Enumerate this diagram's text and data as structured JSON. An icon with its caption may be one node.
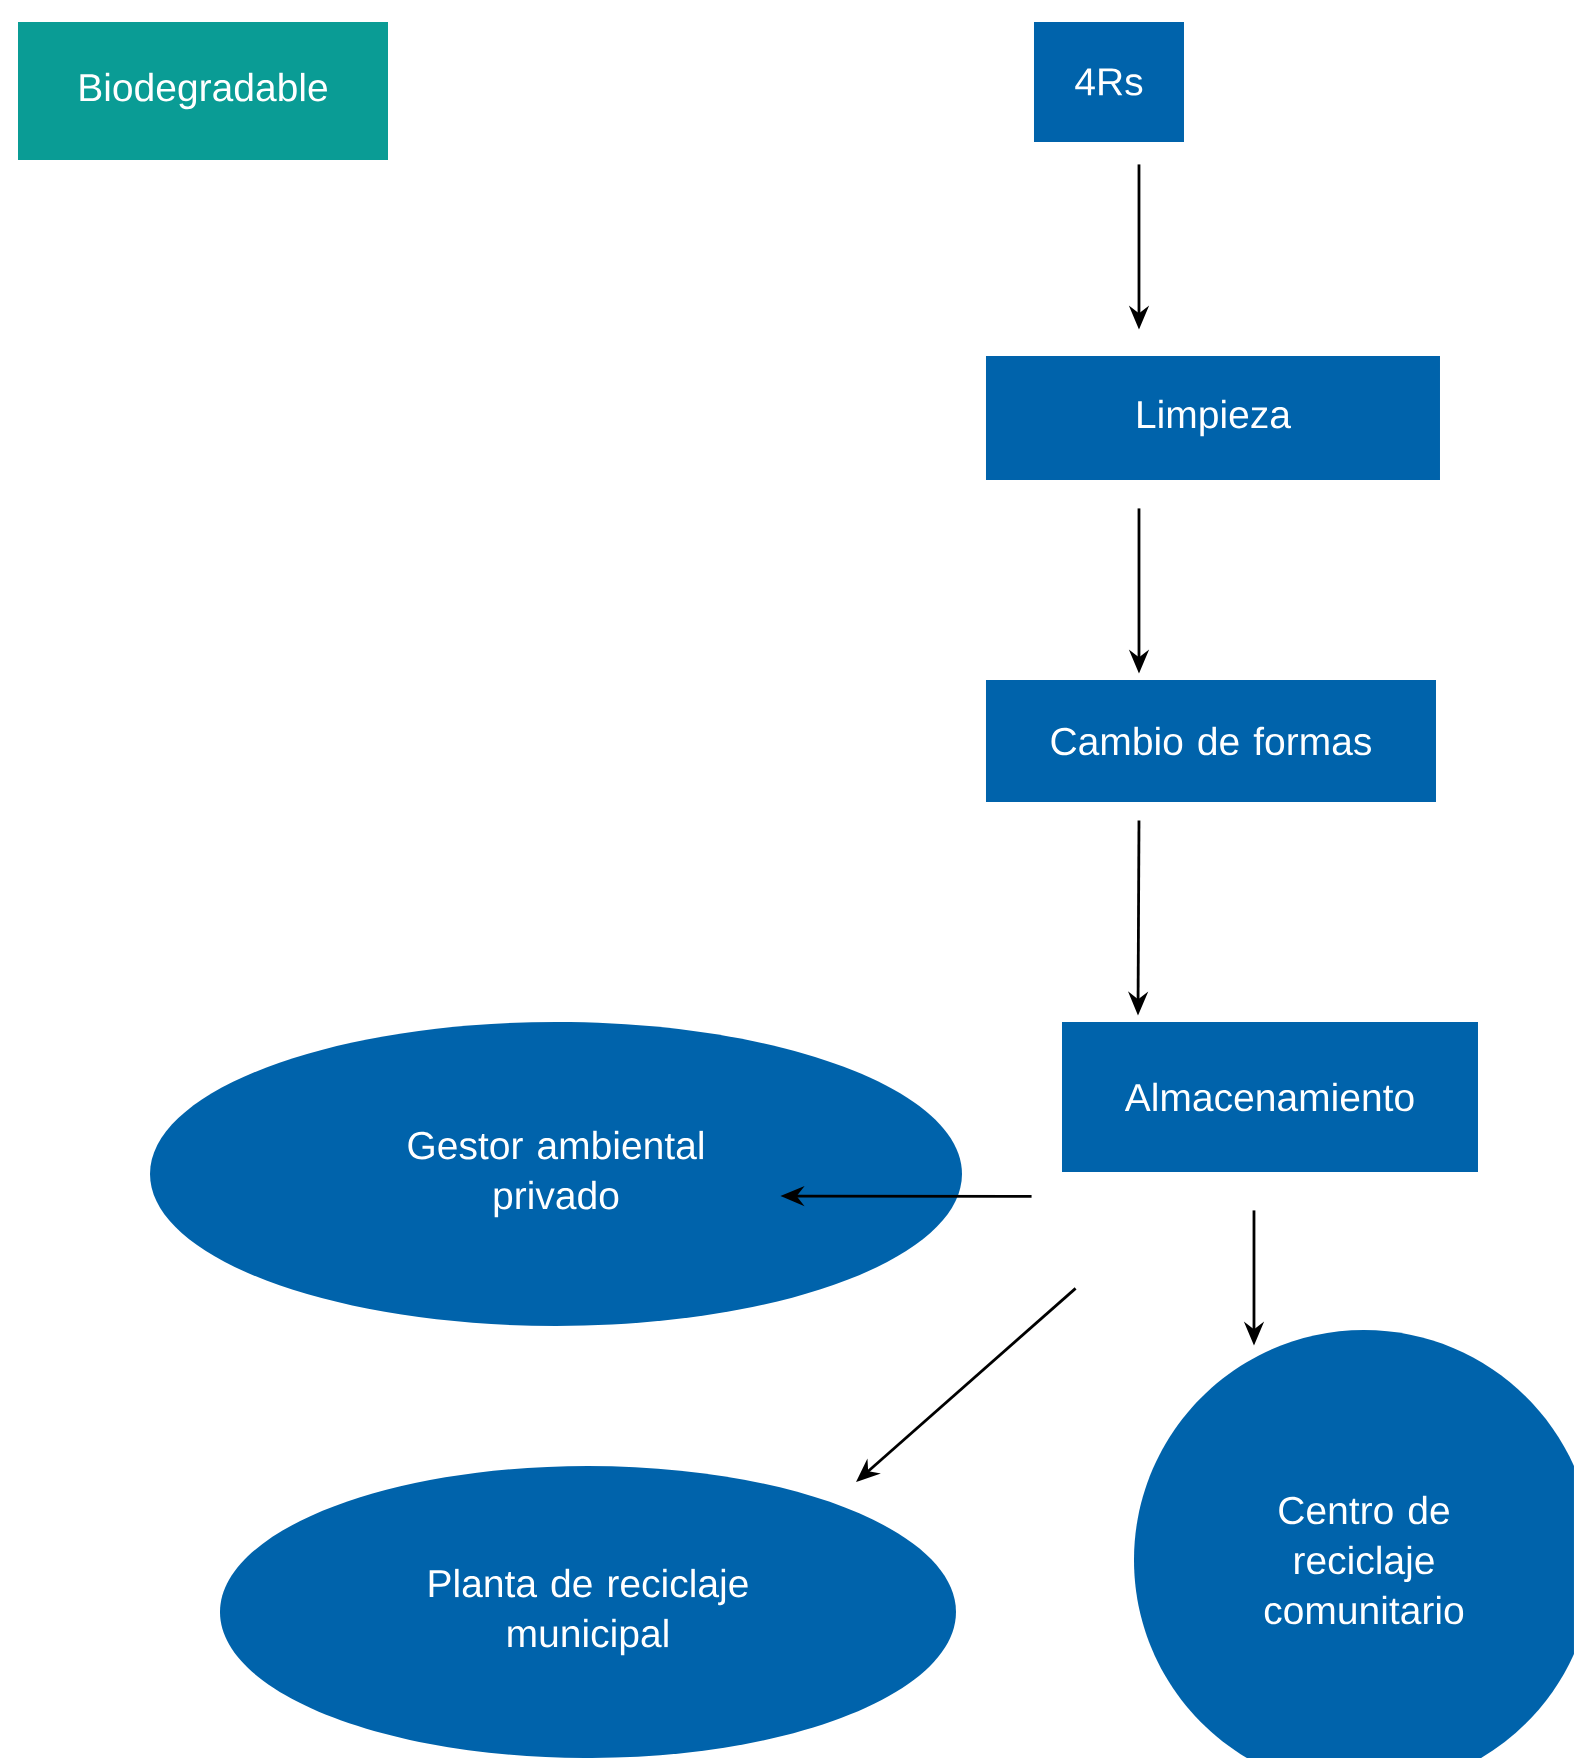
{
  "diagram": {
    "nodes": [
      {
        "text": [
          "Biodegradable"
        ]
      },
      {
        "text": [
          "4Rs"
        ]
      },
      {
        "text": [
          "Limpieza"
        ]
      },
      {
        "text": [
          "Cambio de formas"
        ]
      },
      {
        "text": [
          "Almacenamiento"
        ]
      },
      {
        "text": [
          "Gestor ambiental privado"
        ]
      },
      {
        "text": [
          "Planta de reciclaje municipal"
        ]
      },
      {
        "text": [
          "Centro de reciclaje comunitario"
        ]
      }
    ],
    "edges": [
      {
        "from": 1,
        "to": 2,
        "arrow": "to"
      },
      {
        "from": 2,
        "to": 3,
        "arrow": "to"
      },
      {
        "from": 3,
        "to": 4,
        "arrow": "to"
      },
      {
        "from": 4,
        "to": 5,
        "arrow": "to"
      },
      {
        "from": 4,
        "to": 6,
        "arrow": "to"
      },
      {
        "from": 4,
        "to": 7,
        "arrow": "to"
      }
    ]
  }
}
